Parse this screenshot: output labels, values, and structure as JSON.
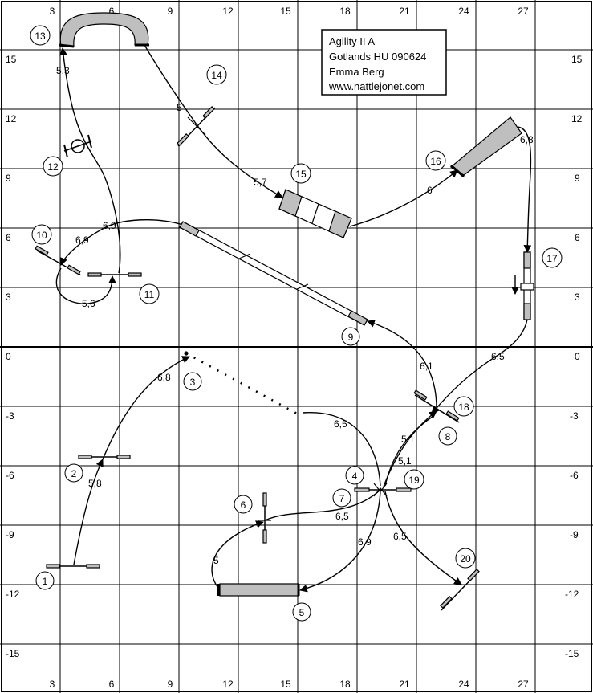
{
  "info_box": {
    "lines": [
      "Agility II A",
      "Gotlands HU 090624",
      "Emma Berg",
      "www.nattlejonet.com"
    ]
  },
  "x_ticks": [
    "3",
    "6",
    "9",
    "12",
    "15",
    "18",
    "21",
    "24",
    "27"
  ],
  "y_ticks": [
    "15",
    "12",
    "9",
    "6",
    "3",
    "0",
    "-3",
    "-6",
    "-9",
    "-12",
    "-15"
  ],
  "obstacles": [
    {
      "n": "1",
      "name": "hurdle"
    },
    {
      "n": "2",
      "name": "hurdle"
    },
    {
      "n": "3",
      "name": "start-end-marker"
    },
    {
      "n": "4",
      "name": "hurdle"
    },
    {
      "n": "5",
      "name": "tunnel"
    },
    {
      "n": "6",
      "name": "hurdle"
    },
    {
      "n": "7",
      "name": "hurdle"
    },
    {
      "n": "8",
      "name": "hurdle"
    },
    {
      "n": "9",
      "name": "dogwalk"
    },
    {
      "n": "10",
      "name": "hurdle"
    },
    {
      "n": "11",
      "name": "hurdle"
    },
    {
      "n": "12",
      "name": "tyre"
    },
    {
      "n": "13",
      "name": "tunnel"
    },
    {
      "n": "14",
      "name": "hurdle"
    },
    {
      "n": "15",
      "name": "a-frame"
    },
    {
      "n": "16",
      "name": "chute"
    },
    {
      "n": "17",
      "name": "seesaw"
    },
    {
      "n": "18",
      "name": "hurdle"
    },
    {
      "n": "19",
      "name": "hurdle"
    },
    {
      "n": "20",
      "name": "hurdle"
    }
  ],
  "distances": [
    "5,8",
    "6,8",
    "6,5",
    "6,5",
    "5",
    "6,9",
    "5,1",
    "5,1",
    "6,1",
    "6,9",
    "5,6",
    "6,9",
    "5,3",
    "5",
    "5,7",
    "6",
    "6,8",
    "6,5",
    "6,5"
  ],
  "colors": {
    "grid": "#000000",
    "obstacle_fill": "#bfbfbf",
    "background": "#ffffff"
  }
}
